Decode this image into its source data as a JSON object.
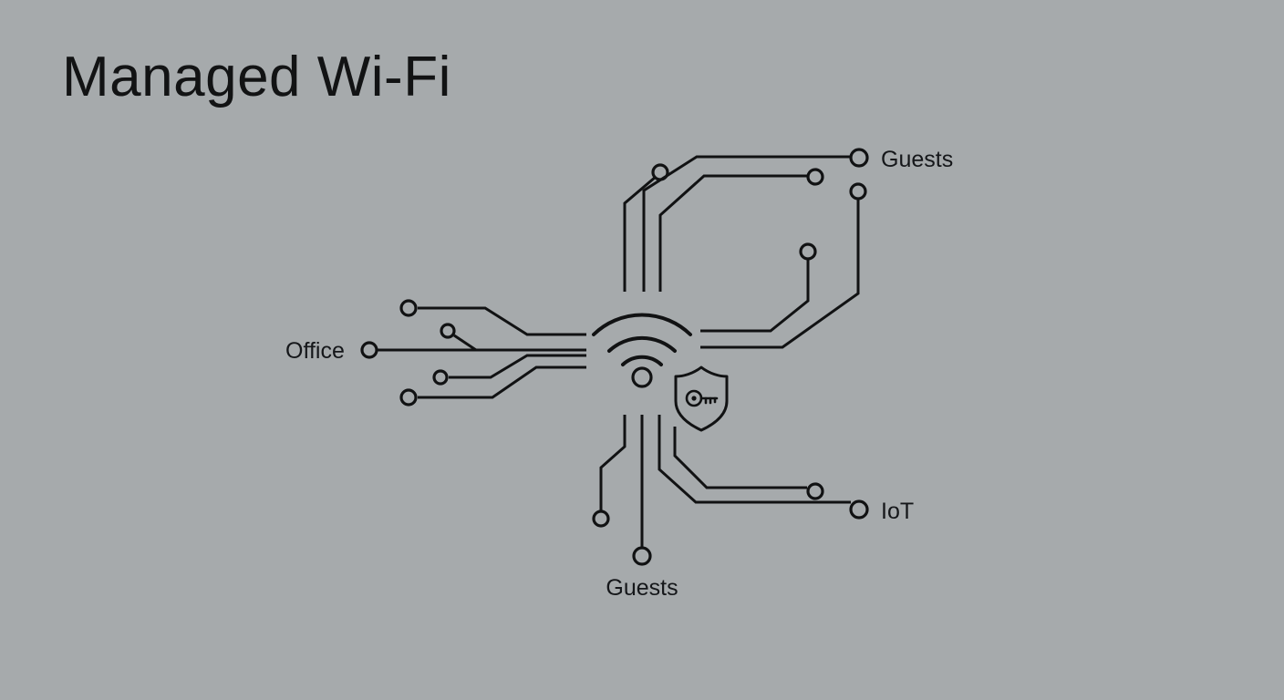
{
  "page": {
    "title": "Managed Wi-Fi",
    "background_color": "#a6aaac",
    "line_color": "#111213",
    "text_color": "#15171a"
  },
  "diagram": {
    "type": "network-topology-illustration",
    "center_icon": "wifi-signal-icon",
    "security_icon": "shield-key-icon",
    "endpoints": [
      {
        "id": "guests-right",
        "label": "Guests",
        "icon": "node-circle-icon",
        "side": "right-top"
      },
      {
        "id": "office-left",
        "label": "Office",
        "icon": "node-circle-icon",
        "side": "left"
      },
      {
        "id": "iot-right",
        "label": "IoT",
        "icon": "node-circle-icon",
        "side": "right-bottom"
      },
      {
        "id": "guests-bottom",
        "label": "Guests",
        "icon": "node-circle-icon",
        "side": "bottom"
      }
    ]
  },
  "labels": {
    "guests_right": "Guests",
    "office": "Office",
    "iot": "IoT",
    "guests_bottom": "Guests"
  }
}
